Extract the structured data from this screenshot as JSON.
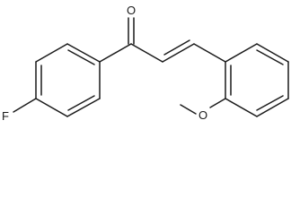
{
  "molecule": {
    "atoms": {
      "oxygen_carbonyl": "O",
      "fluorine": "F",
      "methoxy_oxygen": "O"
    }
  },
  "colors": {
    "bond": "#1a1a1a",
    "background": "#ffffff"
  }
}
